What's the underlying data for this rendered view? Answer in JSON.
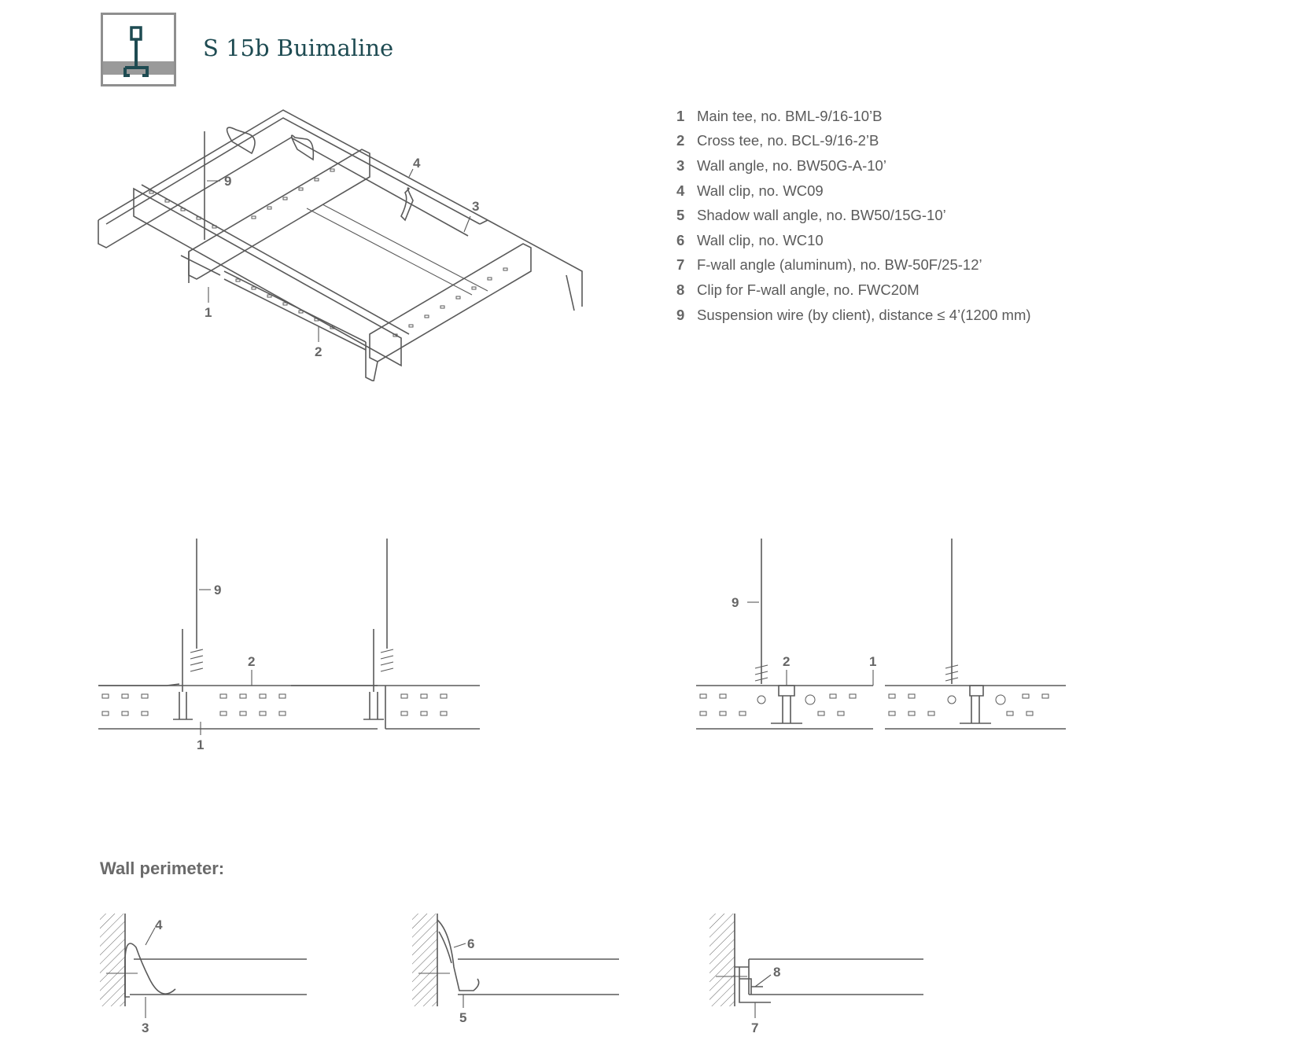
{
  "header": {
    "title": "S 15b Buimaline",
    "logo_icon": "suspended-ceiling-logo-icon",
    "brand_color": "#1e4b52"
  },
  "legend": [
    {
      "num": "1",
      "text": "Main tee, no. BML-9/16-10’B"
    },
    {
      "num": "2",
      "text": "Cross tee, no. BCL-9/16-2’B"
    },
    {
      "num": "3",
      "text": "Wall angle, no. BW50G-A-10’"
    },
    {
      "num": "4",
      "text": "Wall clip, no. WC09"
    },
    {
      "num": "5",
      "text": "Shadow wall angle, no. BW50/15G-10’"
    },
    {
      "num": "6",
      "text": "Wall clip, no. WC10"
    },
    {
      "num": "7",
      "text": "F-wall angle (aluminum), no. BW-50F/25-12’"
    },
    {
      "num": "8",
      "text": "Clip for F-wall angle, no. FWC20M"
    },
    {
      "num": "9",
      "text": "Suspension wire (by client), distance ≤ 4’(1200 mm)"
    }
  ],
  "iso_callouts": {
    "c9": "9",
    "c4": "4",
    "c3": "3",
    "c1": "1",
    "c2": "2"
  },
  "section_left_callouts": {
    "c9": "9",
    "c2": "2",
    "c1": "1"
  },
  "section_right_callouts": {
    "c9": "9",
    "c2": "2",
    "c1": "1"
  },
  "wall_perimeter": {
    "heading": "Wall perimeter:",
    "detail_a": {
      "top": "4",
      "bottom": "3"
    },
    "detail_b": {
      "top": "6",
      "bottom": "5"
    },
    "detail_c": {
      "top": "8",
      "bottom": "7"
    }
  }
}
